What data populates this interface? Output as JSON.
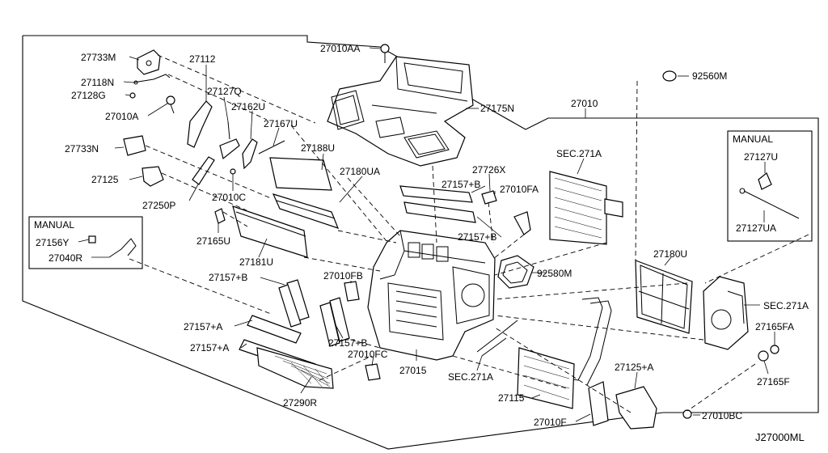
{
  "diagram": {
    "manual_left": "MANUAL",
    "manual_right": "MANUAL",
    "drawing_no": "J27000ML"
  },
  "labels": {
    "p27733M": "27733M",
    "p27112": "27112",
    "p27118N": "27118N",
    "p27128G": "27128G",
    "p27127Q": "27127Q",
    "p27010A": "27010A",
    "p27162U": "27162U",
    "p27167U": "27167U",
    "p27733N": "27733N",
    "p27188U": "27188U",
    "p27125": "27125",
    "p27180UA": "27180UA",
    "p27250P": "27250P",
    "p27010C": "27010C",
    "p27165U": "27165U",
    "p27181U": "27181U",
    "p27156Y": "27156Y",
    "p27040R": "27040R",
    "p27157B_1": "27157+B",
    "p27157A_1": "27157+A",
    "p27157A_2": "27157+A",
    "p27157B_2": "27157+B",
    "p27290R": "27290R",
    "p27010FB": "27010FB",
    "p27010FC": "27010FC",
    "p27015": "27015",
    "p27010AA": "27010AA",
    "p27175N": "27175N",
    "p27726X": "27726X",
    "p27157B_3": "27157+B",
    "p27157B_4": "27157+B",
    "p27010FA": "27010FA",
    "p92580M": "92580M",
    "p27010": "27010",
    "sec271A_1": "SEC.271A",
    "p92560M": "92560M",
    "p27127U": "27127U",
    "p27127UA": "27127UA",
    "p27180U": "27180U",
    "sec271A_2": "SEC.271A",
    "p27165FA": "27165FA",
    "p27165F": "27165F",
    "sec271A_3": "SEC.271A",
    "p27125A": "27125+A",
    "p27115": "27115",
    "p27010F": "27010F",
    "p27010BC": "27010BC"
  }
}
